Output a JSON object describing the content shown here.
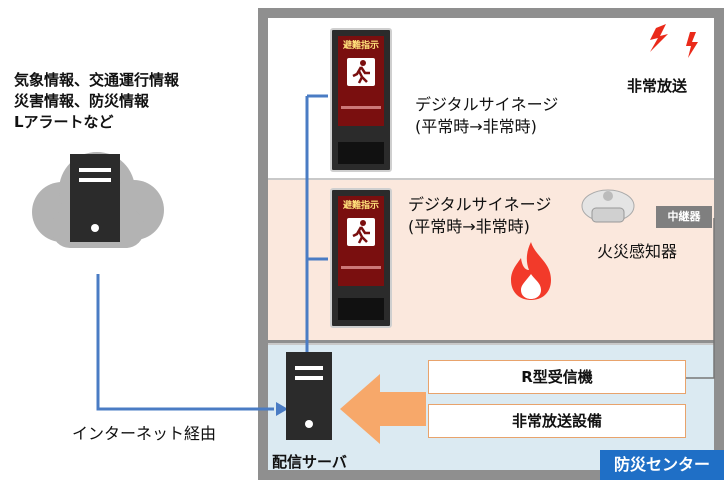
{
  "left_info": {
    "line1": "気象情報、交通運行情報",
    "line2": "災害情報、防災情報",
    "line3": "Lアラートなど"
  },
  "internet_label": "インターネット経由",
  "server_label": "配信サーバ",
  "floor1": {
    "signage_label_1": "デジタルサイネージ",
    "signage_label_2": "(平常時→非常時)",
    "broadcast_label": "非常放送",
    "screen_title": "避難指示"
  },
  "floor2": {
    "signage_label_1": "デジタルサイネージ",
    "signage_label_2": "(平常時→非常時)",
    "detector_label": "火災感知器",
    "relay_label": "中継器",
    "screen_title": "避難指示"
  },
  "floor3": {
    "receiver_label": "R型受信機",
    "broadcast_equipment_label": "非常放送設備",
    "center_label": "防災センター"
  },
  "colors": {
    "line_blue": "#4a7cc4",
    "arrow_orange": "#f7a86a",
    "center_badge": "#1f6fc6",
    "floor2_bg": "#fbe8dd",
    "floor3_bg": "#dbeaf2"
  }
}
